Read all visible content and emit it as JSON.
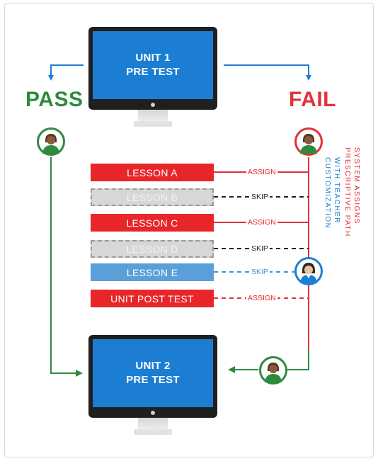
{
  "diagram": {
    "top_monitor": {
      "line1": "UNIT 1",
      "line2": "PRE TEST"
    },
    "bottom_monitor": {
      "line1": "UNIT 2",
      "line2": "PRE TEST"
    },
    "pass_label": "PASS",
    "fail_label": "FAIL",
    "lessons": [
      {
        "label": "LESSON A",
        "action": "ASSIGN"
      },
      {
        "label": "LESSON B",
        "action": "SKIP"
      },
      {
        "label": "LESSON C",
        "action": "ASSIGN"
      },
      {
        "label": "LESSON D",
        "action": "SKIP"
      },
      {
        "label": "LESSON E",
        "action": "SKIP"
      },
      {
        "label": "UNIT POST TEST",
        "action": "ASSIGN"
      }
    ],
    "side_text": {
      "line1": "SYSTEM ASSIGNS",
      "line2": "PRESCRIPTIVE PATH",
      "line3": "WITH TEACHER",
      "line4": "CUSTOMIZATION"
    },
    "colors": {
      "pass": "#2e8b3e",
      "fail": "#e0323a",
      "blue": "#1b7ed2",
      "skip_gray": "#d7d7d7"
    }
  }
}
